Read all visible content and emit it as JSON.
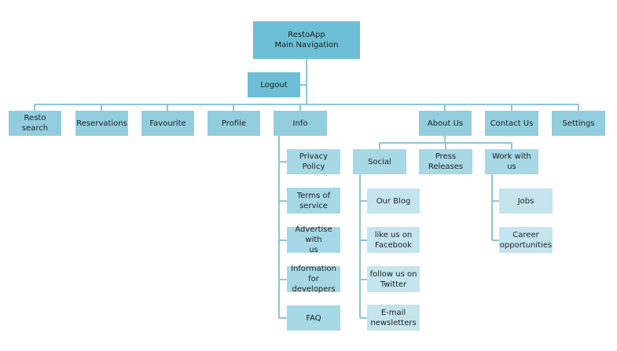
{
  "colors": {
    "root": "#6cbfd4",
    "level1": "#92cede",
    "level2": "#a6d8e6",
    "level3": "#c4e4ee",
    "connector": "#8cc6d6"
  },
  "root": {
    "line1": "RestoApp",
    "line2": "Main Navigation"
  },
  "logout": "Logout",
  "main_nav": {
    "resto_search": "Resto search",
    "reservations": "Reservations",
    "favourite": "Favourite",
    "profile": "Profile",
    "info": "Info",
    "about_us": "About Us",
    "contact_us": "Contact Us",
    "settings": "Settings"
  },
  "info_children": {
    "privacy_policy": "Privacy Policy",
    "terms_of_service": "Terms of\nservice",
    "advertise_with_us": "Advertise with\nus",
    "information_for_developers": "Information for\ndevelopers",
    "faq": "FAQ"
  },
  "about_children": {
    "social": "Social",
    "press_releases": "Press Releases",
    "work_with_us": "Work with us"
  },
  "social_children": {
    "our_blog": "Our Blog",
    "like_us_on_facebook": "like us on\nFacebook",
    "follow_us_on_twitter": "follow us on\nTwitter",
    "email_newsletters": "E-mail\nnewsletters"
  },
  "work_children": {
    "jobs": "Jobs",
    "career_opportunities": "Career\nopportunities"
  }
}
